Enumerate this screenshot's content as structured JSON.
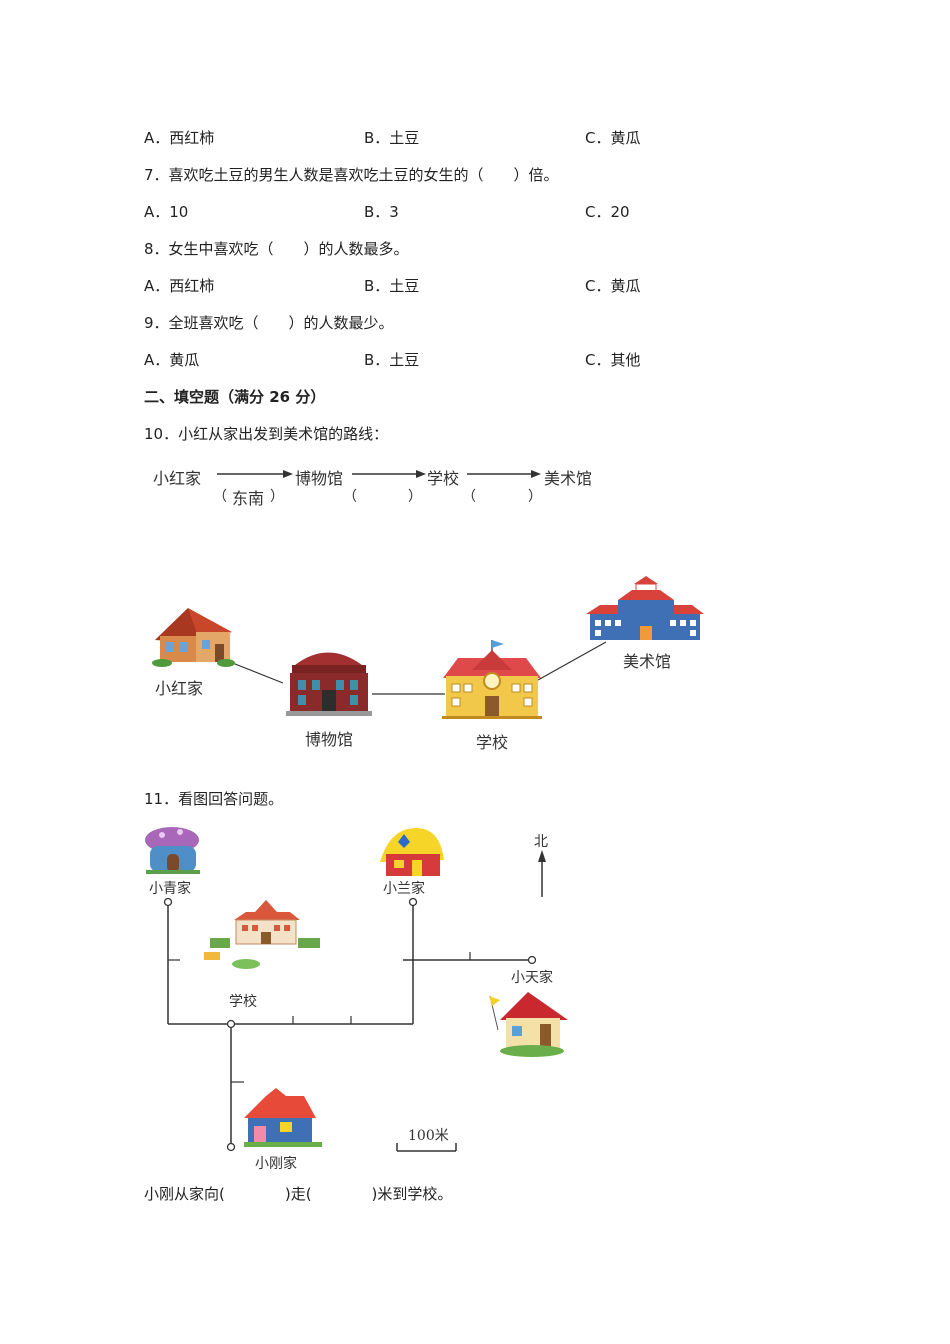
{
  "q6_options": {
    "a": "A．西红柿",
    "b": "B．土豆",
    "c": "C．黄瓜"
  },
  "q7": {
    "text": "7．喜欢吃土豆的男生人数是喜欢吃土豆的女生的（　　）倍。",
    "a": "A．10",
    "b": "B．3",
    "c": "C．20"
  },
  "q8": {
    "text": "8．女生中喜欢吃（　　）的人数最多。",
    "a": "A．西红柿",
    "b": "B．土豆",
    "c": "C．黄瓜"
  },
  "q9": {
    "text": "9．全班喜欢吃（　　）的人数最少。",
    "a": "A．黄瓜",
    "b": "B．土豆",
    "c": "C．其他"
  },
  "section2": {
    "title": "二、填空题（满分 26 分）"
  },
  "q10": {
    "text": "10．小红从家出发到美术馆的路线：",
    "route": {
      "start": "小红家",
      "p1": "博物馆",
      "p2": "学校",
      "p3": "美术馆",
      "b1_open": "（",
      "b1_fill": "东南",
      "b1_close": "）",
      "b2_open": "（",
      "b2_close": "）",
      "b3_open": "（",
      "b3_close": "）"
    },
    "map": {
      "home": "小红家",
      "museum": "博物馆",
      "school": "学校",
      "gallery": "美术馆"
    }
  },
  "q11": {
    "text": "11．看图回答问题。",
    "map": {
      "xiaoqing": "小青家",
      "xiaolan": "小兰家",
      "north": "北",
      "school": "学校",
      "xiaotian": "小天家",
      "xiaogang": "小刚家",
      "scale": "100米"
    },
    "question": "小刚从家向(　　　　)走(　　　　)米到学校。"
  },
  "colors": {
    "roof_red": "#d9423b",
    "wall_yellow": "#f2c84b",
    "window_blue": "#3f6fb5"
  }
}
